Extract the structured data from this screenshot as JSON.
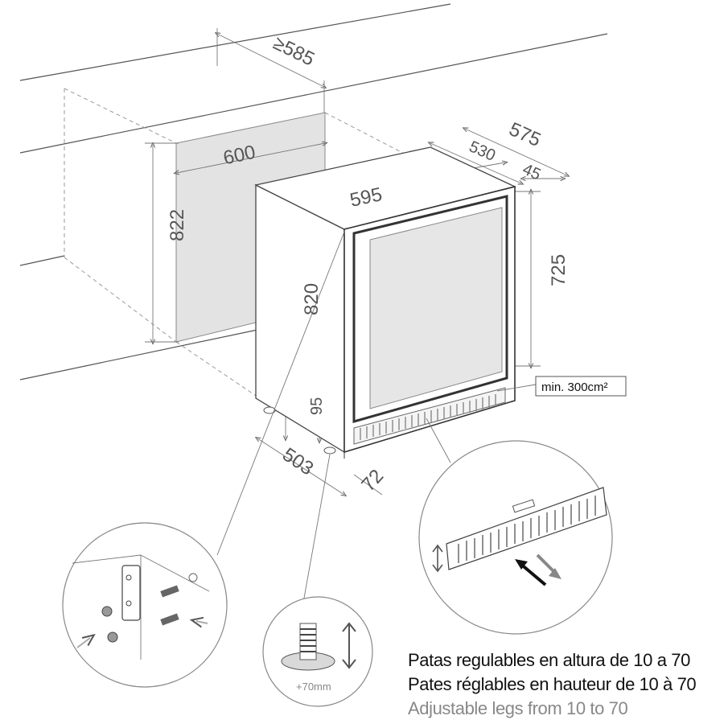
{
  "dimensions": {
    "niche_depth": "≥585",
    "niche_width": "600",
    "niche_height": "822",
    "total_depth": "575",
    "body_depth": "530",
    "door_depth": "45",
    "unit_width": "595",
    "unit_height": "820",
    "door_height": "725",
    "plinth_height": "95",
    "leg_depth": "503",
    "plinth_offset": "72"
  },
  "ventilation_label": "min. 300cm²",
  "leg_adjust_label": "+70mm",
  "captions": {
    "es": "Patas regulables en altura de 10 a 70",
    "fr": "Pates réglables en hauteur de 10 à 70",
    "en": "Adjustable legs from 10 to 70"
  },
  "icons": [
    "screw-icon",
    "leg-icon",
    "vertical-arrow-icon",
    "airflow-arrow-icon"
  ]
}
